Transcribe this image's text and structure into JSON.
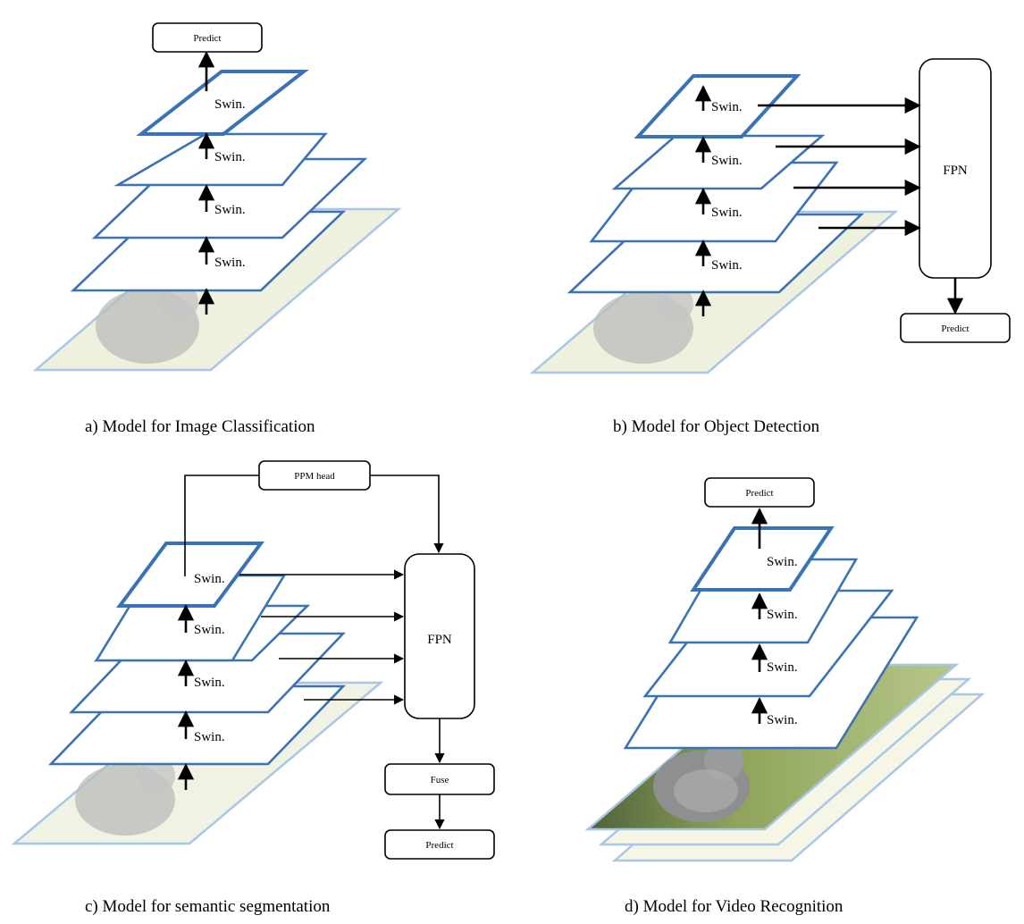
{
  "panels": {
    "a": {
      "caption": "a) Model for Image Classification",
      "stage_label": "Swin.",
      "predict_label": "Predict"
    },
    "b": {
      "caption": "b) Model for Object Detection",
      "stage_label": "Swin.",
      "predict_label": "Predict",
      "fpn_label": "FPN"
    },
    "c": {
      "caption": "c) Model for semantic segmentation",
      "stage_label": "Swin.",
      "ppm_label": "PPM head",
      "fpn_label": "FPN",
      "fuse_label": "Fuse",
      "predict_label": "Predict"
    },
    "d": {
      "caption": "d) Model for Video Recognition",
      "stage_label": "Swin.",
      "predict_label": "Predict"
    }
  },
  "colors": {
    "layer_stroke": "#3a72b6",
    "image_stroke": "#a9c6e6",
    "box_stroke": "#000000"
  }
}
